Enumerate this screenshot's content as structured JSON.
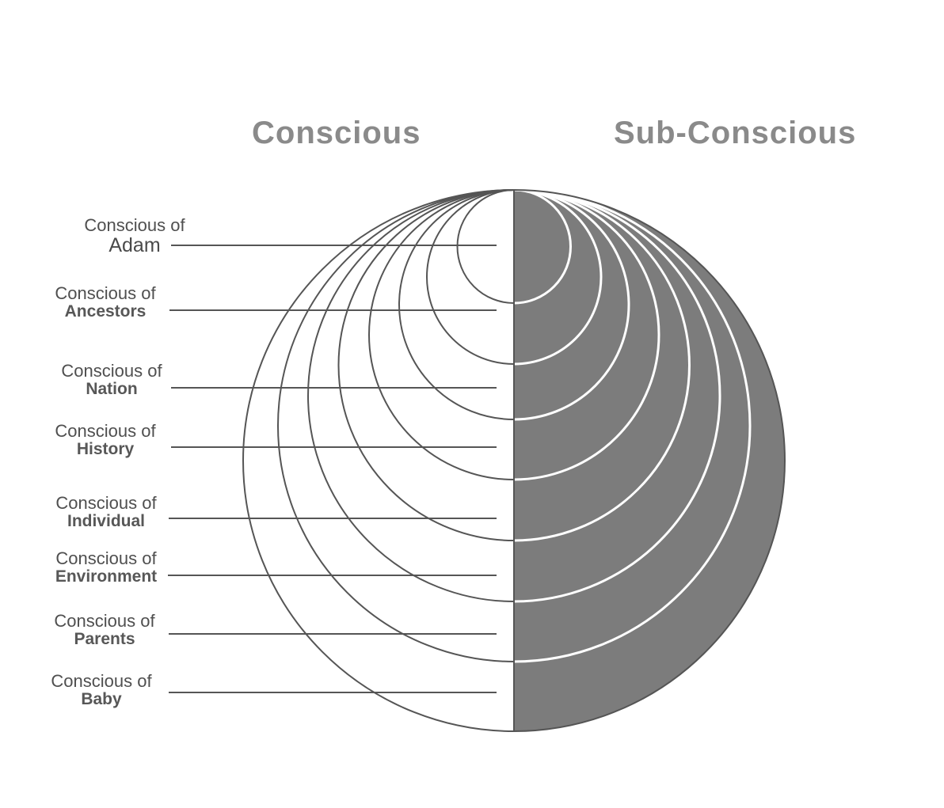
{
  "headings": {
    "left": "Conscious",
    "right": "Sub-Conscious"
  },
  "labels": [
    {
      "prefix": "Conscious of",
      "name": "Adam"
    },
    {
      "prefix": "Conscious of",
      "name": "Ancestors"
    },
    {
      "prefix": "Conscious of",
      "name": "Nation"
    },
    {
      "prefix": "Conscious of",
      "name": "History"
    },
    {
      "prefix": "Conscious of",
      "name": "Individual"
    },
    {
      "prefix": "Conscious of",
      "name": "Environment"
    },
    {
      "prefix": "Conscious of",
      "name": "Parents"
    },
    {
      "prefix": "Conscious of",
      "name": "Baby"
    }
  ],
  "colors": {
    "subconscious_fill": "#7c7c7c",
    "line": "#555555",
    "heading": "#8a8a8a"
  }
}
